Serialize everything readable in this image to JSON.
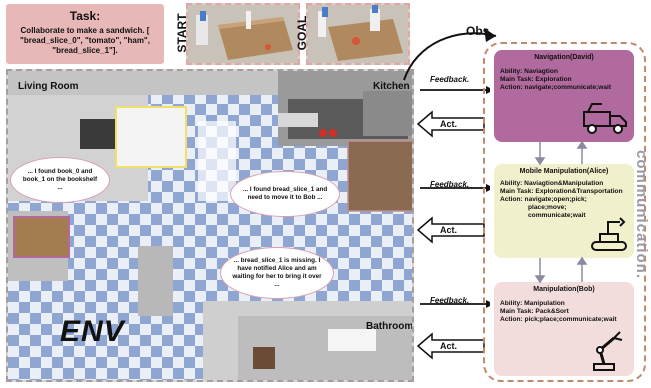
{
  "task": {
    "title": "Task:",
    "body": "Collaborate to make a sandwich. [ \"bread_slice_0\", \"tomato\", \"ham\", \"bread_slice_1\"]."
  },
  "labels": {
    "start": "START",
    "goal": "GOAL",
    "obs": "Obs.",
    "env": "ENV",
    "communication": "communication."
  },
  "rooms": {
    "living_room": "Living Room",
    "kitchen": "Kitchen",
    "bathroom": "Bathroom"
  },
  "bubbles": {
    "book": "... I found book_0 and book_1 on the bookshelf ...",
    "bread_found": "... I found bread_slice_1 and need to move it to Bob ...",
    "bread_missing": "... bread_slice_1 is missing. I have notified Alice and am waiting for her to bring it over ..."
  },
  "feedback": [
    "Feedback.",
    "Feedback.",
    "Feedback."
  ],
  "act": [
    "Act.",
    "Act.",
    "Act."
  ],
  "agents": [
    {
      "title": "Navigation(David)",
      "ability": "Ability: Naviagtion",
      "task": "Main Task: Exploration",
      "action": "Action: navigate;communicate;wait",
      "icon": "truck-icon"
    },
    {
      "title": "Mobile Manipulation(Alice)",
      "ability": "Ability: Naviagtion&Manipulation",
      "task": "Main Task: Exploration&Transportation",
      "action": "Action: navigate;open;pick;",
      "action2": "place;move;",
      "action3": "communicate;wait",
      "icon": "mobile-robot-arm-icon"
    },
    {
      "title": "Manipulation(Bob)",
      "ability": "Ability: Manipulation",
      "task": "Main Task: Pack&Sort",
      "action": "Action: pick;place;communicate;wait",
      "icon": "robot-arm-icon"
    }
  ],
  "colors": {
    "task_bg": "#e8b8b8",
    "david_bg": "#b06a9e",
    "alice_bg": "#f0f0cc",
    "bob_bg": "#f3dcdc",
    "comm_border": "#c08a6e",
    "comm_text": "#9a9aa6"
  }
}
